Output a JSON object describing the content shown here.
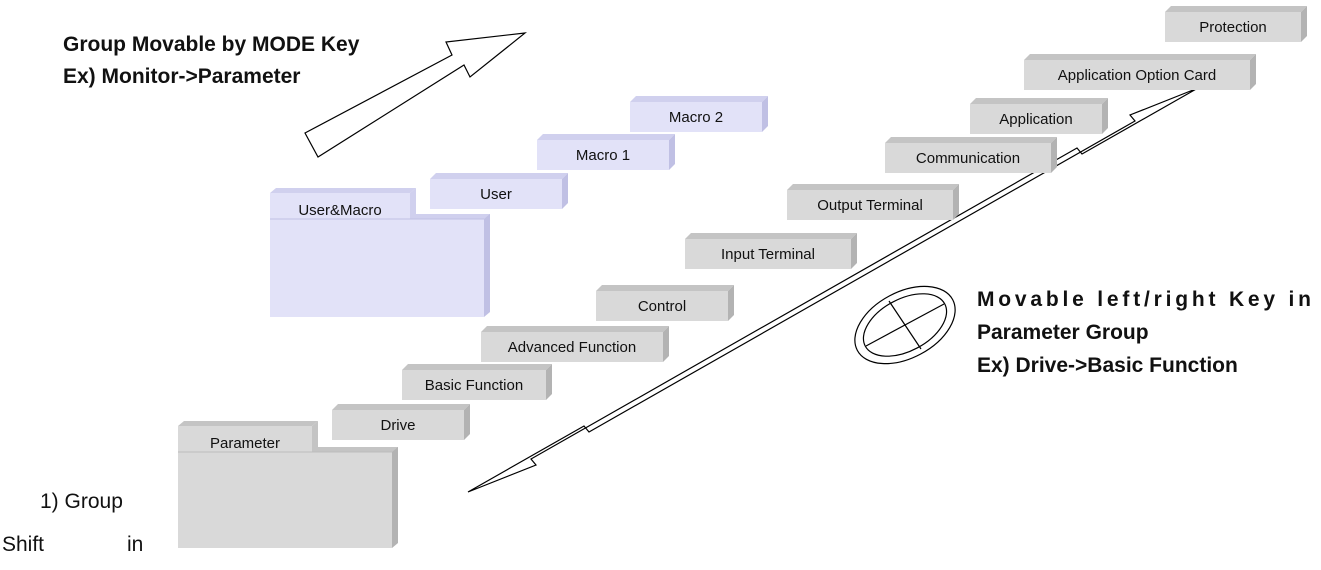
{
  "mode_caption": {
    "line1": "Group Movable by MODE Key",
    "line2": "Ex) Monitor->Parameter"
  },
  "dial_caption": {
    "line1": "Movable left/right Key in",
    "line2": "Parameter Group",
    "line3": "Ex) Drive->Basic Function"
  },
  "body_fragment": {
    "line1": "1) Group",
    "line2a": "Shift",
    "line2b": "in"
  },
  "user_macro_group": {
    "folder": "User&Macro",
    "items": [
      "User",
      "Macro 1",
      "Macro 2"
    ]
  },
  "parameter_group": {
    "folder": "Parameter",
    "items": [
      "Drive",
      "Basic Function",
      "Advanced Function",
      "Control",
      "Input Terminal",
      "Output Terminal",
      "Communication",
      "Application",
      "Application Option Card",
      "Protection"
    ]
  },
  "colors": {
    "parameter_box": "#d9d9d9",
    "user_macro_box": "#e2e2f8"
  },
  "icons": {
    "mode_arrow": "up-right-arrow",
    "diagonal_arrow": "double-headed-arrow",
    "dial": "navigation-dial"
  }
}
